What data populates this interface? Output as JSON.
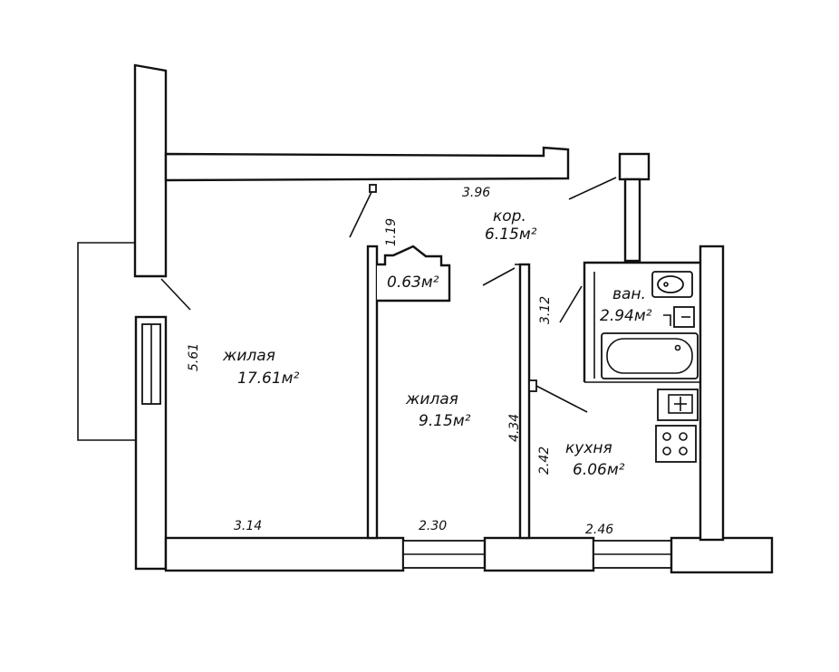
{
  "rooms": {
    "living_large": {
      "name": "жилая",
      "area": "17.61м²"
    },
    "living_small": {
      "name": "жилая",
      "area": "9.15м²"
    },
    "corridor": {
      "name": "кор.",
      "area": "6.15м²"
    },
    "bathroom": {
      "name": "ван.",
      "area": "2.94м²"
    },
    "kitchen": {
      "name": "кухня",
      "area": "6.06м²"
    },
    "closet": {
      "area": "0.63м²"
    }
  },
  "dimensions": {
    "top_corridor": "3.96",
    "corridor_short": "1.19",
    "living_large_depth": "5.61",
    "living_large_width": "3.14",
    "living_small_width": "2.30",
    "kitchen_width": "2.46",
    "bath_depth": "3.12",
    "living_small_depth": "4.34",
    "kitchen_depth": "2.42"
  }
}
